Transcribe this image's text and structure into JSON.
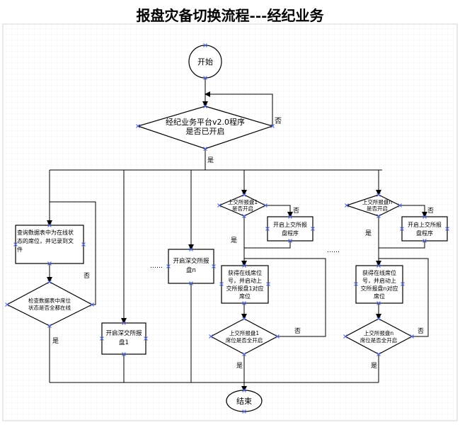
{
  "title": "报盘灾备切换流程---经纪业务",
  "nodes": {
    "start": "开始",
    "check_platform": [
      "经纪业务平台v2.0程序",
      "是否已开启"
    ],
    "query_db": [
      "查询数据表中为在线状",
      "态的席位，并记录到文",
      "件"
    ],
    "check_db": [
      "检查数据表中席位",
      "状态是否全都在线"
    ],
    "open_bz1": [
      "开启深交所报",
      "盘1"
    ],
    "open_bzn": [
      "开启深交所报",
      "盘n"
    ],
    "sh1_started": [
      "上交所报盘1",
      "是否开启"
    ],
    "open_sh_a": [
      "开启上交所报",
      "盘程序"
    ],
    "get_seats_1": [
      "获得在线席位",
      "号，并启动上",
      "交所报盘1对应",
      "席位"
    ],
    "sh1_seats_ok": [
      "上交所报盘1",
      "席位是否全开启"
    ],
    "shn_started": [
      "上交所报盘n",
      "是否开启"
    ],
    "open_sh_b": [
      "开启上交所报",
      "盘程序"
    ],
    "get_seats_n": [
      "获得在线席位",
      "号，并启动上",
      "交所报盘n对应",
      "席位"
    ],
    "shn_seats_ok": [
      "上交所报盘n",
      "席位是否全开启"
    ],
    "end": "结束"
  },
  "labels": {
    "yes": "是",
    "no": "否",
    "ellipsis_a": "……",
    "ellipsis_b": "……"
  }
}
